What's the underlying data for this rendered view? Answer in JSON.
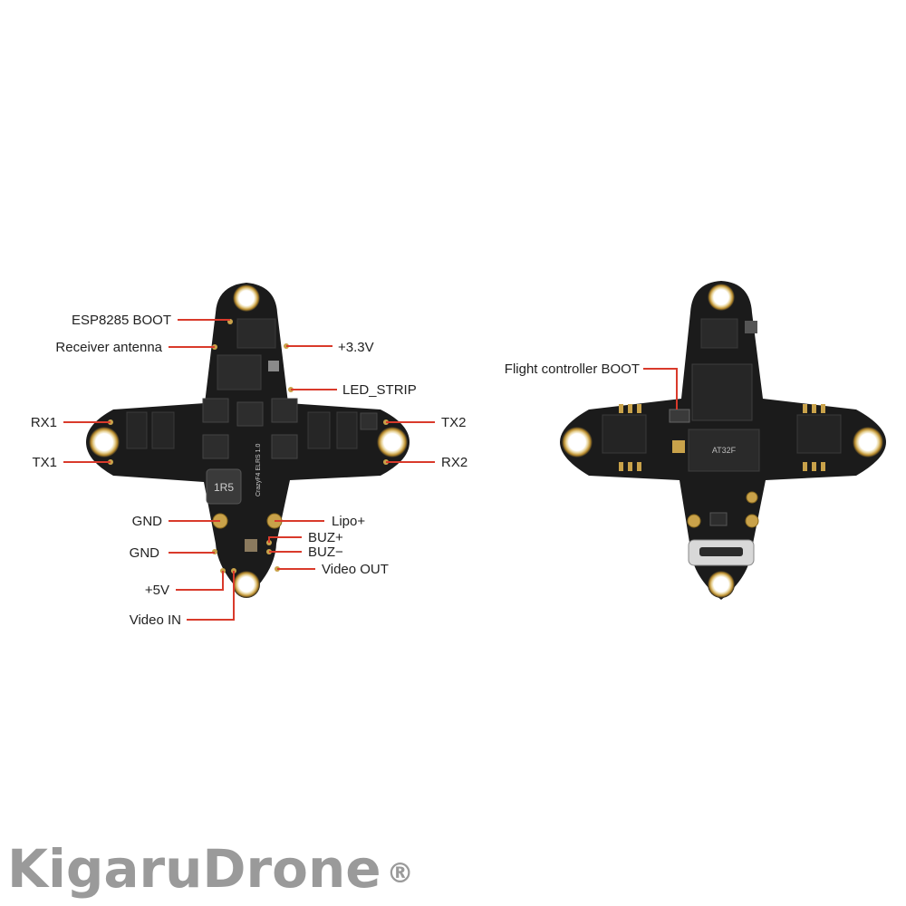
{
  "front_board": {
    "labels": {
      "esp8285_boot": "ESP8285 BOOT",
      "receiver_antenna": "Receiver antenna",
      "v33": "+3.3V",
      "led_strip": "LED_STRIP",
      "rx1": "RX1",
      "tx2": "TX2",
      "tx1": "TX1",
      "rx2": "RX2",
      "gnd_1": "GND",
      "lipo_plus": "Lipo+",
      "buz_plus": "BUZ+",
      "gnd_2": "GND",
      "buz_minus": "BUZ−",
      "video_out": "Video OUT",
      "v5": "+5V",
      "video_in": "Video IN"
    },
    "silkscreen": {
      "inductor": "1R5",
      "board_name": "CrazyF4 ELRS 1.0"
    }
  },
  "back_board": {
    "labels": {
      "flight_controller_boot": "Flight controller BOOT"
    },
    "silkscreen": {
      "chip": "AT32F"
    }
  },
  "watermark": {
    "text": "KigaruDrone",
    "registered": "®"
  },
  "colors": {
    "leader_line": "#d93a2b",
    "pcb": "#1b1b1b",
    "pad_gold": "#c9a24a",
    "watermark": "#9a9a9a"
  }
}
